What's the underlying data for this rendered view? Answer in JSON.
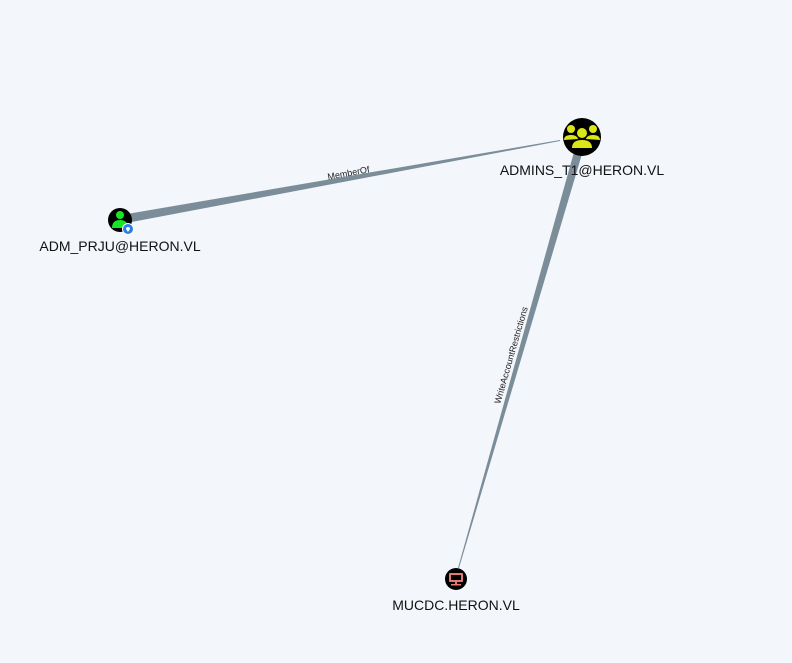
{
  "graph": {
    "nodes": [
      {
        "id": "adm_prju",
        "label": "ADM_PRJU@HERON.VL",
        "type": "user",
        "color": "#17e625",
        "badge": "owned-marker"
      },
      {
        "id": "admins_t1",
        "label": "ADMINS_T1@HERON.VL",
        "type": "group",
        "color": "#dbe617"
      },
      {
        "id": "mucdc",
        "label": "MUCDC.HERON.VL",
        "type": "computer",
        "color": "#e67873"
      }
    ],
    "edges": [
      {
        "from": "adm_prju",
        "to": "admins_t1",
        "label": "MemberOf"
      },
      {
        "from": "admins_t1",
        "to": "mucdc",
        "label": "WriteAccountRestrictions"
      }
    ],
    "edge_color": "#7b8d99"
  }
}
